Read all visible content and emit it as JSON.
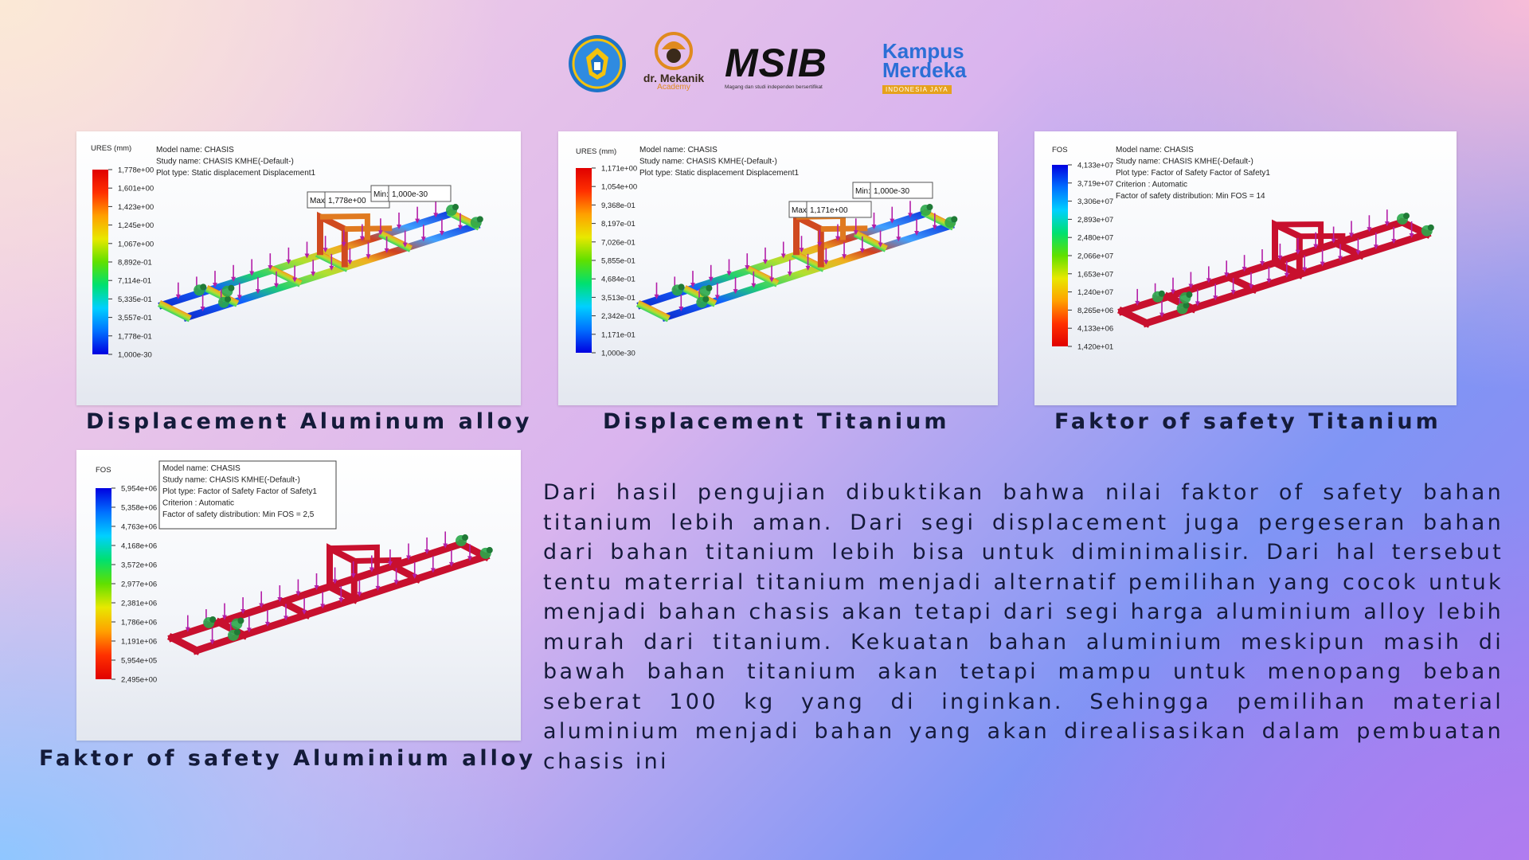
{
  "logos": {
    "logo1": "Kementerian Pendidikan crest",
    "logo2_name": "dr. Mekanik",
    "logo2_sub": "Academy",
    "logo3_name": "MSIB",
    "logo3_tag": "Magang dan studi independen bersertifikat",
    "logo4_line1": "Kampus",
    "logo4_line2": "Merdeka",
    "logo4_tag": "INDONESIA JAYA"
  },
  "panels": [
    {
      "caption": "Displacement Aluminum alloy",
      "legend_title": "URES (mm)",
      "legend_scale": "jet-reverse",
      "ticks": [
        "1,778e+00",
        "1,601e+00",
        "1,423e+00",
        "1,245e+00",
        "1,067e+00",
        "8,892e-01",
        "7,114e-01",
        "5,335e-01",
        "3,557e-01",
        "1,778e-01",
        "1,000e-30"
      ],
      "info": [
        "Model name: CHASIS",
        "Study name: CHASIS KMHE(-Default-)",
        "Plot type: Static displacement Displacement1"
      ],
      "max_label": "Max:",
      "max_value": "1,778e+00",
      "min_label": "Min:",
      "min_value": "1,000e-30",
      "frame": "gradient"
    },
    {
      "caption": "Displacement Titanium",
      "legend_title": "URES (mm)",
      "legend_scale": "jet-reverse",
      "ticks": [
        "1,171e+00",
        "1,054e+00",
        "9,368e-01",
        "8,197e-01",
        "7,026e-01",
        "5,855e-01",
        "4,684e-01",
        "3,513e-01",
        "2,342e-01",
        "1,171e-01",
        "1,000e-30"
      ],
      "info": [
        "Model name: CHASIS",
        "Study name: CHASIS KMHE(-Default-)",
        "Plot type: Static displacement Displacement1"
      ],
      "max_label": "Max:",
      "max_value": "1,171e+00",
      "min_label": "Min:",
      "min_value": "1,000e-30",
      "frame": "gradient"
    },
    {
      "caption": "Faktor of safety Titanium",
      "legend_title": "FOS",
      "legend_scale": "jet",
      "ticks": [
        "4,133e+07",
        "3,719e+07",
        "3,306e+07",
        "2,893e+07",
        "2,480e+07",
        "2,066e+07",
        "1,653e+07",
        "1,240e+07",
        "8,265e+06",
        "4,133e+06",
        "1,420e+01"
      ],
      "info": [
        "Model name: CHASIS",
        "Study name: CHASIS KMHE(-Default-)",
        "Plot type: Factor of Safety Factor of Safety1",
        "Criterion : Automatic",
        "Factor of safety distribution: Min FOS = 14"
      ],
      "frame": "red"
    },
    {
      "caption": "Faktor of safety Aluminium alloy",
      "legend_title": "FOS",
      "legend_scale": "jet",
      "ticks": [
        "5,954e+06",
        "5,358e+06",
        "4,763e+06",
        "4,168e+06",
        "3,572e+06",
        "2,977e+06",
        "2,381e+06",
        "1,786e+06",
        "1,191e+06",
        "5,954e+05",
        "2,495e+00"
      ],
      "info": [
        "Model name: CHASIS",
        "Study name: CHASIS KMHE(-Default-)",
        "Plot type: Factor of Safety Factor of Safety1",
        "Criterion : Automatic",
        "Factor of safety distribution: Min FOS = 2,5"
      ],
      "frame": "red"
    }
  ],
  "paragraph": "Dari hasil pengujian dibuktikan bahwa nilai faktor of safety bahan titanium lebih aman. Dari segi displacement juga pergeseran bahan dari bahan titanium lebih bisa untuk diminimalisir. Dari hal tersebut tentu materrial titanium menjadi alternatif pemilihan yang cocok untuk menjadi bahan chasis akan tetapi dari segi harga aluminium alloy lebih murah dari titanium. Kekuatan bahan aluminium meskipun masih di bawah bahan titanium akan tetapi mampu untuk menopang beban seberat 100 kg yang di inginkan. Sehingga pemilihan material aluminium menjadi bahan yang akan direalisasikan dalam pembuatan chasis ini",
  "colors": {
    "caption": "#141b3a",
    "paragraph": "#151a3a",
    "frame_red": "#c8102e",
    "load_arrow": "#b31ea8",
    "fixture": "#2aa84a"
  }
}
